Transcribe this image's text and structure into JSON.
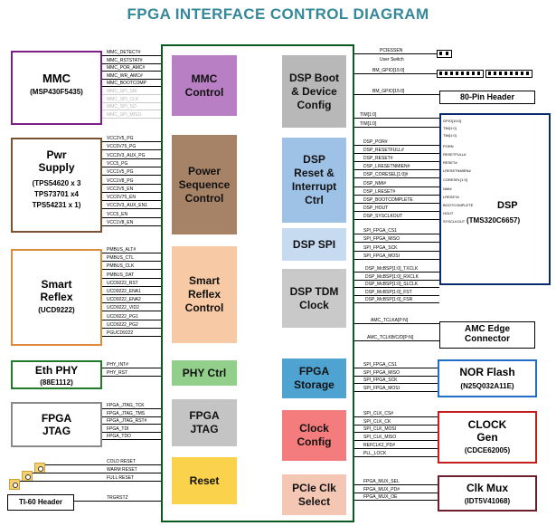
{
  "title": "FPGA INTERFACE CONTROL DIAGRAM",
  "colors": {
    "title": "#35889a",
    "fpga_border": "#0a5a1e",
    "mmc_block": "#b97fc4",
    "power_block": "#a68366",
    "smart_block": "#f7c9a4",
    "phy_block": "#92cf8a",
    "jtag_block": "#c4c4c4",
    "reset_block": "#fbd24c",
    "dsp_boot_block": "#b8b8b8",
    "dsp_reset_block": "#9ec1e6",
    "dsp_spi_block": "#c6daf0",
    "dsp_tdm_block": "#c9c9c9",
    "fpga_storage_block": "#4fa3d1",
    "clock_config_block": "#f57c7c",
    "pcie_block": "#f3c7b4"
  },
  "external": {
    "mmc": {
      "name": "MMC",
      "sub": "(MSP430F5435)"
    },
    "pwr": {
      "name1": "Pwr",
      "name2": "Supply",
      "sub1": "(TPS54620 x 3",
      "sub2": "TPS73701 x4",
      "sub3": "TPS54231 x 1)"
    },
    "smart": {
      "name1": "Smart",
      "name2": "Reflex",
      "sub": "(UCD9222)"
    },
    "eth": {
      "name": "Eth PHY",
      "sub": "(88E1112)"
    },
    "jtag": {
      "name1": "FPGA",
      "name2": "JTAG"
    },
    "ti60": {
      "name": "TI-60 Header"
    },
    "hdr80": {
      "name": "80-Pin Header"
    },
    "dsp": {
      "name": "DSP",
      "sub": "(TMS320C6657)",
      "pins": [
        "GPIO[15:0]",
        "TIM[1:0]",
        "TIM[1:0]",
        "PORN",
        "RESETFULL#",
        "RESET#",
        "LRESETNMIEN#",
        "CORESEL[1:0]",
        "NMI#",
        "LRESET#",
        "BOOTCOMPLETE",
        "HOUT",
        "SYSCLKOUT"
      ]
    },
    "amc": {
      "name1": "AMC Edge",
      "name2": "Connector"
    },
    "nor": {
      "name": "NOR Flash",
      "sub": "(N25Q032A11E)"
    },
    "clkgen": {
      "name1": "CLOCK",
      "name2": "Gen",
      "sub": "(CDCE62005)"
    },
    "clkmux": {
      "name": "Clk Mux",
      "sub": "(IDT5V41068)"
    }
  },
  "blocks": {
    "mmc_control": {
      "l1": "MMC",
      "l2": "Control"
    },
    "power_seq": {
      "l1": "Power",
      "l2": "Sequence",
      "l3": "Control"
    },
    "smart_reflex": {
      "l1": "Smart",
      "l2": "Reflex",
      "l3": "Control"
    },
    "phy_ctrl": {
      "l1": "PHY Ctrl"
    },
    "fpga_jtag": {
      "l1": "FPGA",
      "l2": "JTAG"
    },
    "reset": {
      "l1": "Reset"
    },
    "dsp_boot": {
      "l1": "DSP Boot",
      "l2": "& Device",
      "l3": "Config"
    },
    "dsp_reset": {
      "l1": "DSP",
      "l2": "Reset &",
      "l3": "Interrupt",
      "l4": "Ctrl"
    },
    "dsp_spi": {
      "l1": "DSP SPI"
    },
    "dsp_tdm": {
      "l1": "DSP TDM",
      "l2": "Clock"
    },
    "fpga_storage": {
      "l1": "FPGA",
      "l2": "Storage"
    },
    "clock_config": {
      "l1": "Clock",
      "l2": "Config"
    },
    "pcie_clk": {
      "l1": "PCIe Clk",
      "l2": "Select"
    }
  },
  "left_signals": {
    "mmc": [
      "MMC_DETECT#",
      "MMC_RSTSTAT#",
      "MMC_POR_AMC#",
      "MMC_WR_AMC#",
      "MMC_BOOTCOMP",
      "MMC_SPI_SIE",
      "MMC_SPI_CLK",
      "MMC_SPI_SO",
      "MMC_SPI_MISO"
    ],
    "pwr": [
      "VCC2V5_PG",
      "VCC0V75_PG",
      "VCC3V3_AUX_PG",
      "VCC5_PG",
      "VCC1V5_PG",
      "VCC1V8_PG",
      "VCC2V5_EN",
      "VCC0V75_EN",
      "VCC3V3_AUX_EN1",
      "VCC5_EN",
      "VCC1V8_EN"
    ],
    "smart": [
      "PMBUS_ALT#",
      "PMBUS_CTL",
      "PMBUS_CLK",
      "PMBUS_DAT",
      "UCD9222_RST",
      "UCD9222_ENA1",
      "UCD9222_ENA2",
      "UCD9222_VID2",
      "UCD9222_PG1",
      "UCD9222_PG2",
      "PGUCD9222"
    ],
    "eth": [
      "PHY_INT#",
      "PHY_RST"
    ],
    "jtag": [
      "FPGA_JTAG_TCK",
      "FPGA_JTAG_TMS",
      "FPGA_JTAG_RST#",
      "FPGA_TDI",
      "FPGA_TDO"
    ],
    "reset": [
      "COLD RESET",
      "WARM RESET",
      "FULL RESET"
    ],
    "trgrstz": "TRGRSTZ"
  },
  "right_signals": {
    "boot": [
      "PCIESSEN",
      "User Switch",
      "BM_GPIO[15:0]",
      "BM_GPIO[15:0]"
    ],
    "tim": [
      "TIM[1:0]",
      "TIM[1:0]"
    ],
    "reset": [
      "DSP_POR#",
      "DSP_RESETFULL#",
      "DSP_RESET#",
      "DSP_LRESETNMIEN#",
      "DSP_CORESEL[1:0]#",
      "DSP_NMI#",
      "DSP_LRESET#",
      "DSP_BOOTCOMPLETE",
      "DSP_HOUT",
      "DSP_SYSCLKOUT"
    ],
    "spi": [
      "SPI_FPGA_CS1",
      "SPI_FPGA_MISO",
      "SPI_FPGA_SCK",
      "SPI_FPGA_MOSI"
    ],
    "tdm": [
      "DSP_McBSP[1:0]_TXCLK",
      "DSP_McBSP[1:0]_RXCLK",
      "DSP_McBSP[1:0]_SLCLK",
      "DSP_McBSP[1:0]_FST",
      "DSP_McBSP[1:0]_FSR"
    ],
    "amc": [
      "AMC_TCLKA[P:N]",
      "AMC_TCLKB/C/D[P:N]"
    ],
    "nor": [
      "SPI_FPGA_CS1",
      "SPI_FPGA_MISO",
      "SPI_FPGA_SCK",
      "SPI_FPGA_MOSI"
    ],
    "clk": [
      "SPI_CLK_CS#",
      "SPI_CLK_CK",
      "SPI_CLK_MOSI",
      "SPI_CLK_MISO",
      "REFCLK2_PD#",
      "PLL_LOCK"
    ],
    "mux": [
      "FPGA_MUX_SEL",
      "FPGA_MUX_PD#",
      "FPGA_MUX_OE"
    ]
  }
}
